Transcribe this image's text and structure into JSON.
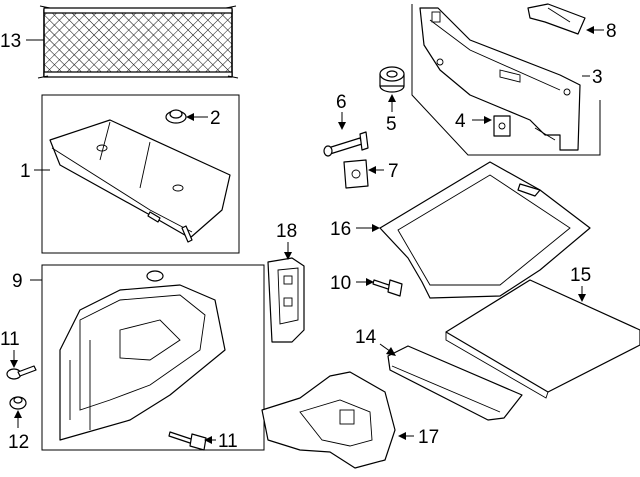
{
  "callouts": [
    {
      "id": "1",
      "text": "1"
    },
    {
      "id": "2",
      "text": "2"
    },
    {
      "id": "3",
      "text": "3"
    },
    {
      "id": "4",
      "text": "4"
    },
    {
      "id": "5",
      "text": "5"
    },
    {
      "id": "6",
      "text": "6"
    },
    {
      "id": "7",
      "text": "7"
    },
    {
      "id": "8",
      "text": "8"
    },
    {
      "id": "9",
      "text": "9"
    },
    {
      "id": "10",
      "text": "10"
    },
    {
      "id": "11a",
      "text": "11"
    },
    {
      "id": "11b",
      "text": "11"
    },
    {
      "id": "12",
      "text": "12"
    },
    {
      "id": "13",
      "text": "13"
    },
    {
      "id": "14",
      "text": "14"
    },
    {
      "id": "15",
      "text": "15"
    },
    {
      "id": "16",
      "text": "16"
    },
    {
      "id": "17",
      "text": "17"
    },
    {
      "id": "18",
      "text": "18"
    }
  ]
}
